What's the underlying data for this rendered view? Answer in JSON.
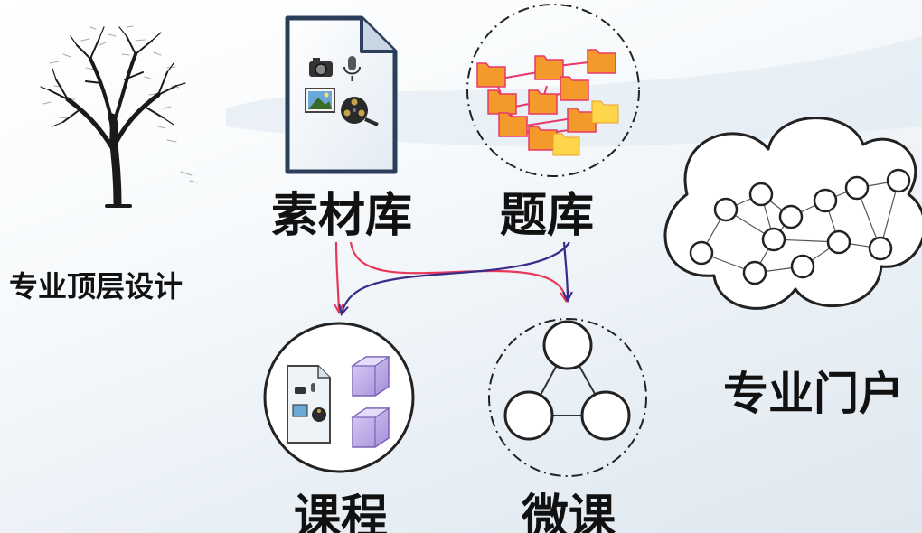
{
  "labels": {
    "top_design": "专业顶层设计",
    "material_library": "素材库",
    "question_bank": "题库",
    "course": "课程",
    "micro_course": "微课",
    "portal": "专业门户"
  },
  "colors": {
    "arrow_red": "#e8385a",
    "arrow_purple": "#3a2a8a",
    "doc_border": "#2c3f5a",
    "folder_orange": "#f39a2a",
    "folder_pink": "#e8386a",
    "cube_purple": "#b7a6e3",
    "tree": "#1a1a1a"
  },
  "icons": [
    "tree-icon",
    "document-icon",
    "folder-hierarchy-icon",
    "course-icon",
    "micro-course-icon",
    "network-cloud-icon"
  ]
}
